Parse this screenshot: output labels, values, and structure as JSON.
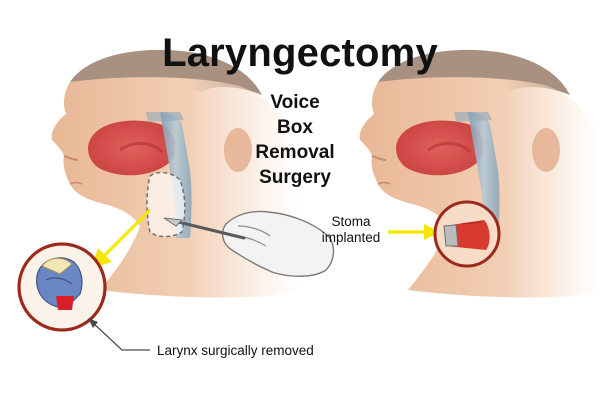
{
  "title": "Laryngectomy",
  "subtitle_lines": [
    "Voice",
    "Box",
    "Removal",
    "Surgery"
  ],
  "labels": {
    "stoma_lines": [
      "Stoma",
      "implanted"
    ],
    "larynx_removed": "Larynx surgically removed"
  },
  "colors": {
    "arrow": "#f4e700",
    "circle_outline": "#9c2a1c",
    "skin": "#eec4a5",
    "cavity": "#d9504f",
    "airway": "#96b0c0",
    "text": "#111111"
  },
  "icons": [
    "surgical-scalpel-icon",
    "gloved-hand-icon",
    "larynx-organ-icon",
    "stoma-tube-icon"
  ]
}
